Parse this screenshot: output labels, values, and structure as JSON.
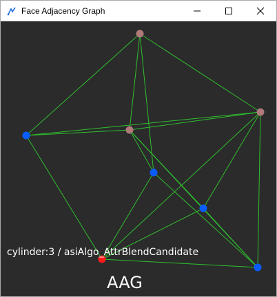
{
  "window": {
    "title": "Face Adjacency Graph"
  },
  "colors": {
    "background": "#2b2b2b",
    "edge": "#2fbf2f",
    "node_blue": "#0a5cff",
    "node_brown": "#b07a7a",
    "node_red": "#ff1a1a"
  },
  "graph": {
    "nodes": [
      {
        "id": "n1",
        "color": "brown"
      },
      {
        "id": "n2",
        "color": "brown"
      },
      {
        "id": "n3",
        "color": "brown"
      },
      {
        "id": "n4",
        "color": "blue"
      },
      {
        "id": "n5",
        "color": "blue"
      },
      {
        "id": "n6",
        "color": "blue"
      },
      {
        "id": "n7",
        "color": "blue"
      },
      {
        "id": "n8",
        "color": "red"
      }
    ],
    "edges": [
      [
        "n1",
        "n4"
      ],
      [
        "n1",
        "n3"
      ],
      [
        "n1",
        "n5"
      ],
      [
        "n1",
        "n2"
      ],
      [
        "n4",
        "n2"
      ],
      [
        "n4",
        "n3"
      ],
      [
        "n4",
        "n8"
      ],
      [
        "n2",
        "n3"
      ],
      [
        "n2",
        "n8"
      ],
      [
        "n2",
        "n6"
      ],
      [
        "n2",
        "n7"
      ],
      [
        "n3",
        "n5"
      ],
      [
        "n3",
        "n6"
      ],
      [
        "n3",
        "n7"
      ],
      [
        "n5",
        "n7"
      ],
      [
        "n5",
        "n8"
      ],
      [
        "n6",
        "n8"
      ],
      [
        "n6",
        "n7"
      ],
      [
        "n8",
        "n7"
      ]
    ]
  },
  "hover_label": "cylinder:3 / asiAlgo_AttrBlendCandidate",
  "caption": "AAG"
}
